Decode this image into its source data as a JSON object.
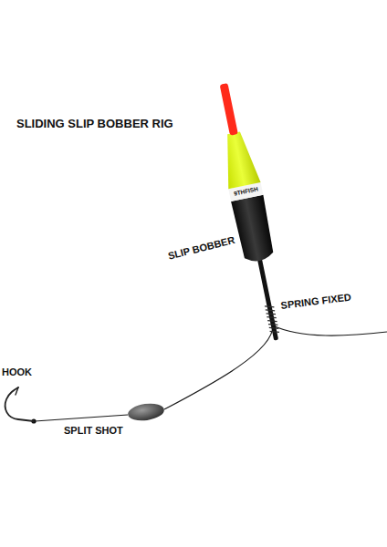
{
  "diagram": {
    "title": "SLIDING SLIP BOBBER RIG",
    "labels": [
      "SLIP BOBBER",
      "SPRING FIXED",
      "HOOK",
      "SPLIT SHOT",
      "9THFISH"
    ]
  }
}
